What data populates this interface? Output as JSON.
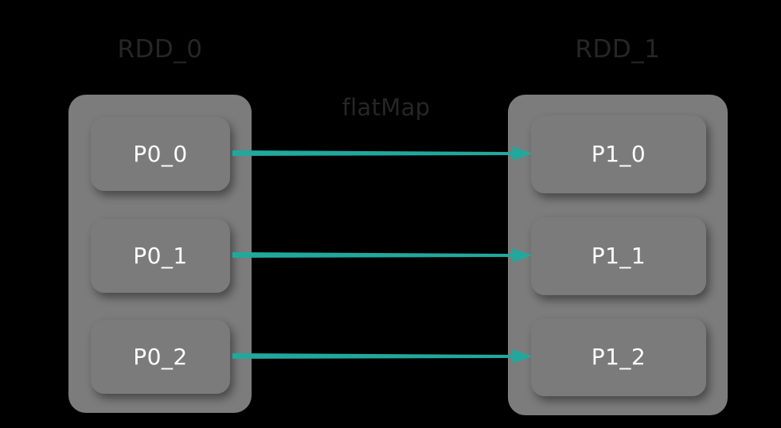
{
  "diagram": {
    "type": "spark-rdd-transformation",
    "background_color": "#000000",
    "accent_color": "#21a89c",
    "container_color": "#7c7c7c",
    "partition_color": "#7b7b7b",
    "title_color": "#262626",
    "label_color": "#ffffff",
    "operation": {
      "label": "flatMap",
      "arrow_count": 3
    },
    "source": {
      "title": "RDD_0",
      "partitions": [
        {
          "label": "P0_0"
        },
        {
          "label": "P0_1"
        },
        {
          "label": "P0_2"
        }
      ]
    },
    "target": {
      "title": "RDD_1",
      "partitions": [
        {
          "label": "P1_0"
        },
        {
          "label": "P1_1"
        },
        {
          "label": "P1_2"
        }
      ]
    },
    "mappings": [
      {
        "from": "P0_0",
        "to": "P1_0"
      },
      {
        "from": "P0_1",
        "to": "P1_1"
      },
      {
        "from": "P0_2",
        "to": "P1_2"
      }
    ]
  }
}
